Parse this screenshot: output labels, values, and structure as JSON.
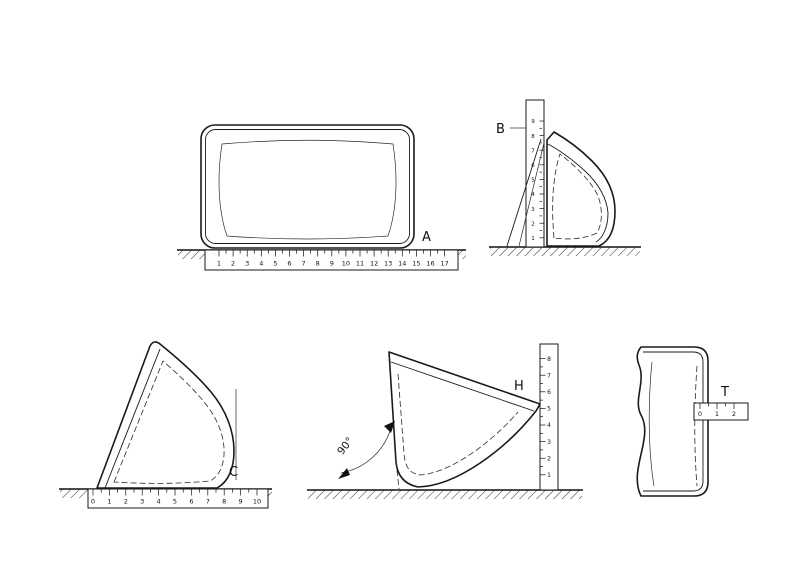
{
  "page": {
    "background": "#ffffff",
    "line_color": "#1a1a1a"
  },
  "figures": {
    "A": {
      "label": "A",
      "ruler_numbers": [
        "1",
        "2",
        "3",
        "4",
        "5",
        "6",
        "7",
        "8",
        "9",
        "10",
        "11",
        "12",
        "13",
        "14",
        "15",
        "16",
        "17"
      ]
    },
    "B": {
      "label": "B",
      "ruler_numbers": [
        "1",
        "2",
        "3",
        "4",
        "5",
        "6",
        "7",
        "8",
        "9"
      ]
    },
    "C": {
      "label": "C",
      "ruler_numbers": [
        "0",
        "1",
        "2",
        "3",
        "4",
        "5",
        "6",
        "7",
        "8",
        "9",
        "10"
      ]
    },
    "H": {
      "label": "H",
      "angle_label": "90°",
      "ruler_numbers": [
        "1",
        "2",
        "3",
        "4",
        "5",
        "6",
        "7",
        "8"
      ]
    },
    "T": {
      "label": "T",
      "ruler_numbers": [
        "0",
        "1",
        "2"
      ]
    }
  }
}
